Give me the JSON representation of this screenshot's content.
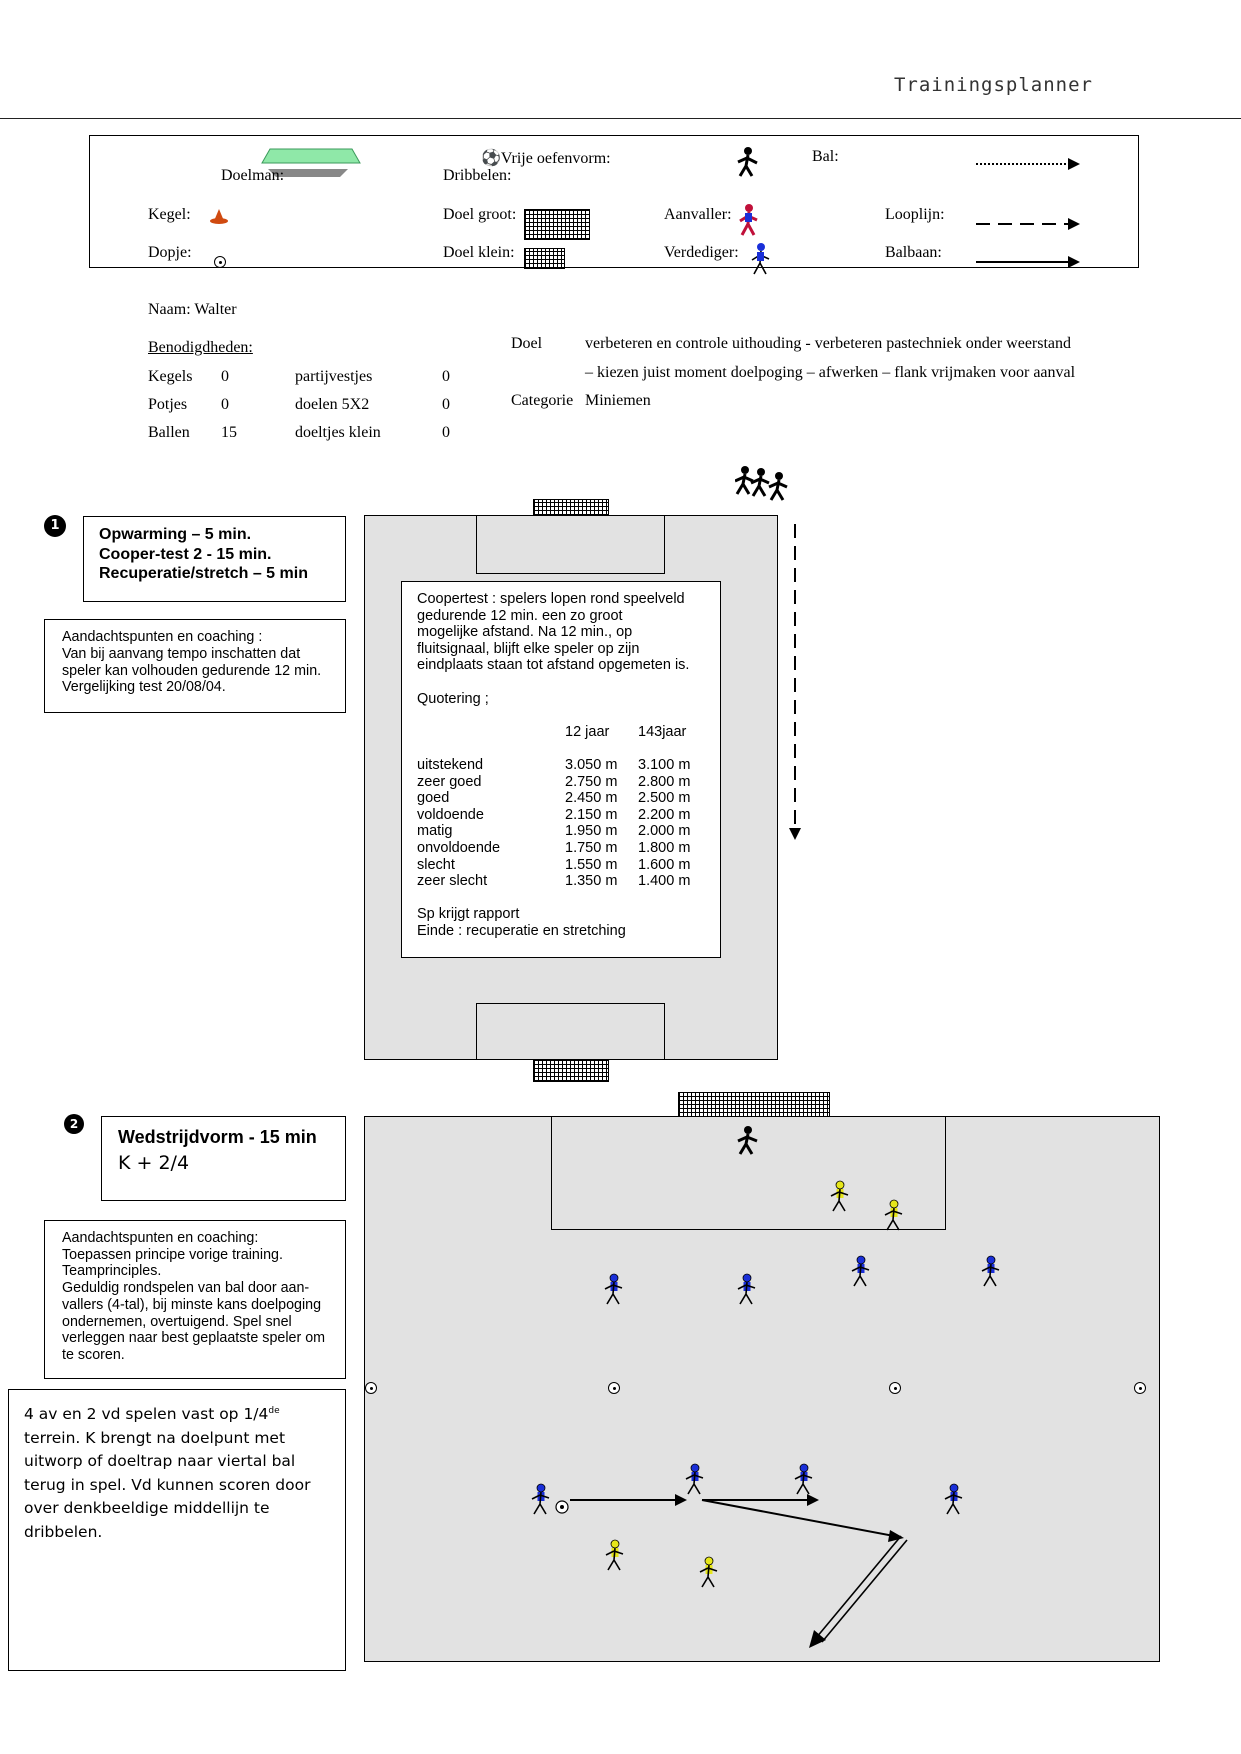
{
  "header": {
    "title": "Trainingsplanner"
  },
  "legend": {
    "doelman": "Doelman:",
    "vrije_oefenvorm": "Vrije oefenvorm:",
    "dribbelen": "Dribbelen:",
    "bal": "Bal:",
    "kegel": "Kegel:",
    "doel_groot": "Doel groot:",
    "aanvaller": "Aanvaller:",
    "looplijn": "Looplijn:",
    "dopje": "Dopje:",
    "doel_klein": "Doel klein:",
    "verdediger": "Verdediger:",
    "balbaan": "Balbaan:"
  },
  "info": {
    "naam": "Naam: Walter",
    "benodigdheden_label": "Benodigdheden:",
    "items": [
      {
        "name": "Kegels",
        "count": "0",
        "name2": "partijvestjes",
        "count2": "0"
      },
      {
        "name": "Potjes",
        "count": "0",
        "name2": "doelen 5X2",
        "count2": "0"
      },
      {
        "name": "Ballen",
        "count": "15",
        "name2": "doeltjes klein",
        "count2": "0"
      }
    ],
    "doel_label": "Doel",
    "doel_line1": "verbeteren en controle uithouding - verbeteren pastechniek onder weerstand",
    "doel_line2": "– kiezen juist moment doelpoging – afwerken – flank vrijmaken voor aanval",
    "categorie_label": "Categorie",
    "categorie_value": "Miniemen"
  },
  "exercise1": {
    "number": "1",
    "title_lines": [
      "Opwarming – 5 min.",
      "Cooper-test 2 - 15 min.",
      "Recuperatie/stretch – 5 min"
    ],
    "coaching_lines": [
      "Aandachtspunten en coaching :",
      "Van bij aanvang tempo inschatten dat",
      "speler kan volhouden gedurende 12 min.",
      "Vergelijking test 20/08/04."
    ],
    "coopertest": {
      "intro_lines": [
        "Coopertest : spelers lopen rond speelveld",
        "gedurende 12 min. een zo groot",
        "mogelijke afstand.  Na 12 min., op",
        "fluitsignaal, blijft elke speler op zijn",
        "eindplaats staan tot afstand opgemeten is."
      ],
      "quotering": "Quotering ;",
      "col1": "12 jaar",
      "col2": "143jaar",
      "rows": [
        {
          "label": "uitstekend",
          "a": "3.050 m",
          "b": "3.100 m"
        },
        {
          "label": "zeer goed",
          "a": "2.750 m",
          "b": "2.800 m"
        },
        {
          "label": "goed",
          "a": "2.450 m",
          "b": "2.500 m"
        },
        {
          "label": "voldoende",
          "a": "2.150 m",
          "b": "2.200 m"
        },
        {
          "label": "matig",
          "a": "1.950 m",
          "b": "2.000 m"
        },
        {
          "label": "onvoldoende",
          "a": "1.750 m",
          "b": "1.800 m"
        },
        {
          "label": "slecht",
          "a": "1.550 m",
          "b": "1.600 m"
        },
        {
          "label": "zeer slecht",
          "a": "1.350 m",
          "b": "1.400 m"
        }
      ],
      "end1": "Sp krijgt rapport",
      "end2": "Einde : recuperatie en stretching"
    }
  },
  "exercise2": {
    "number": "2",
    "title": "Wedstrijdvorm - 15 min",
    "subtitle": "K + 2/4",
    "coaching_lines": [
      "Aandachtspunten en coaching:",
      "Toepassen principe vorige training.",
      "Teamprinciples.",
      "Geduldig rondspelen van bal door aan-",
      "vallers (4-tal), bij minste kans doelpoging",
      "ondernemen, overtuigend.  Spel snel",
      "verleggen naar best geplaatste speler om",
      "te scoren."
    ],
    "notes_line1_pre": "4 av en 2 vd spelen vast op 1/4",
    "notes_line1_sup": "de",
    "notes_lines": [
      "terrein.  K brengt na doelpunt met",
      "uitworp of doeltrap naar viertal bal",
      "terug in spel. Vd kunnen scoren door",
      "over denkbeeldige middellijn te",
      "dribbelen."
    ]
  },
  "colors": {
    "pitch": "#e2e2e2",
    "attacker": "#1a2fd8",
    "defender": "#e6e61a",
    "goalkeeper": "#000000",
    "cone": "#d04a10",
    "doelman_mat": "#8fe8a8"
  }
}
